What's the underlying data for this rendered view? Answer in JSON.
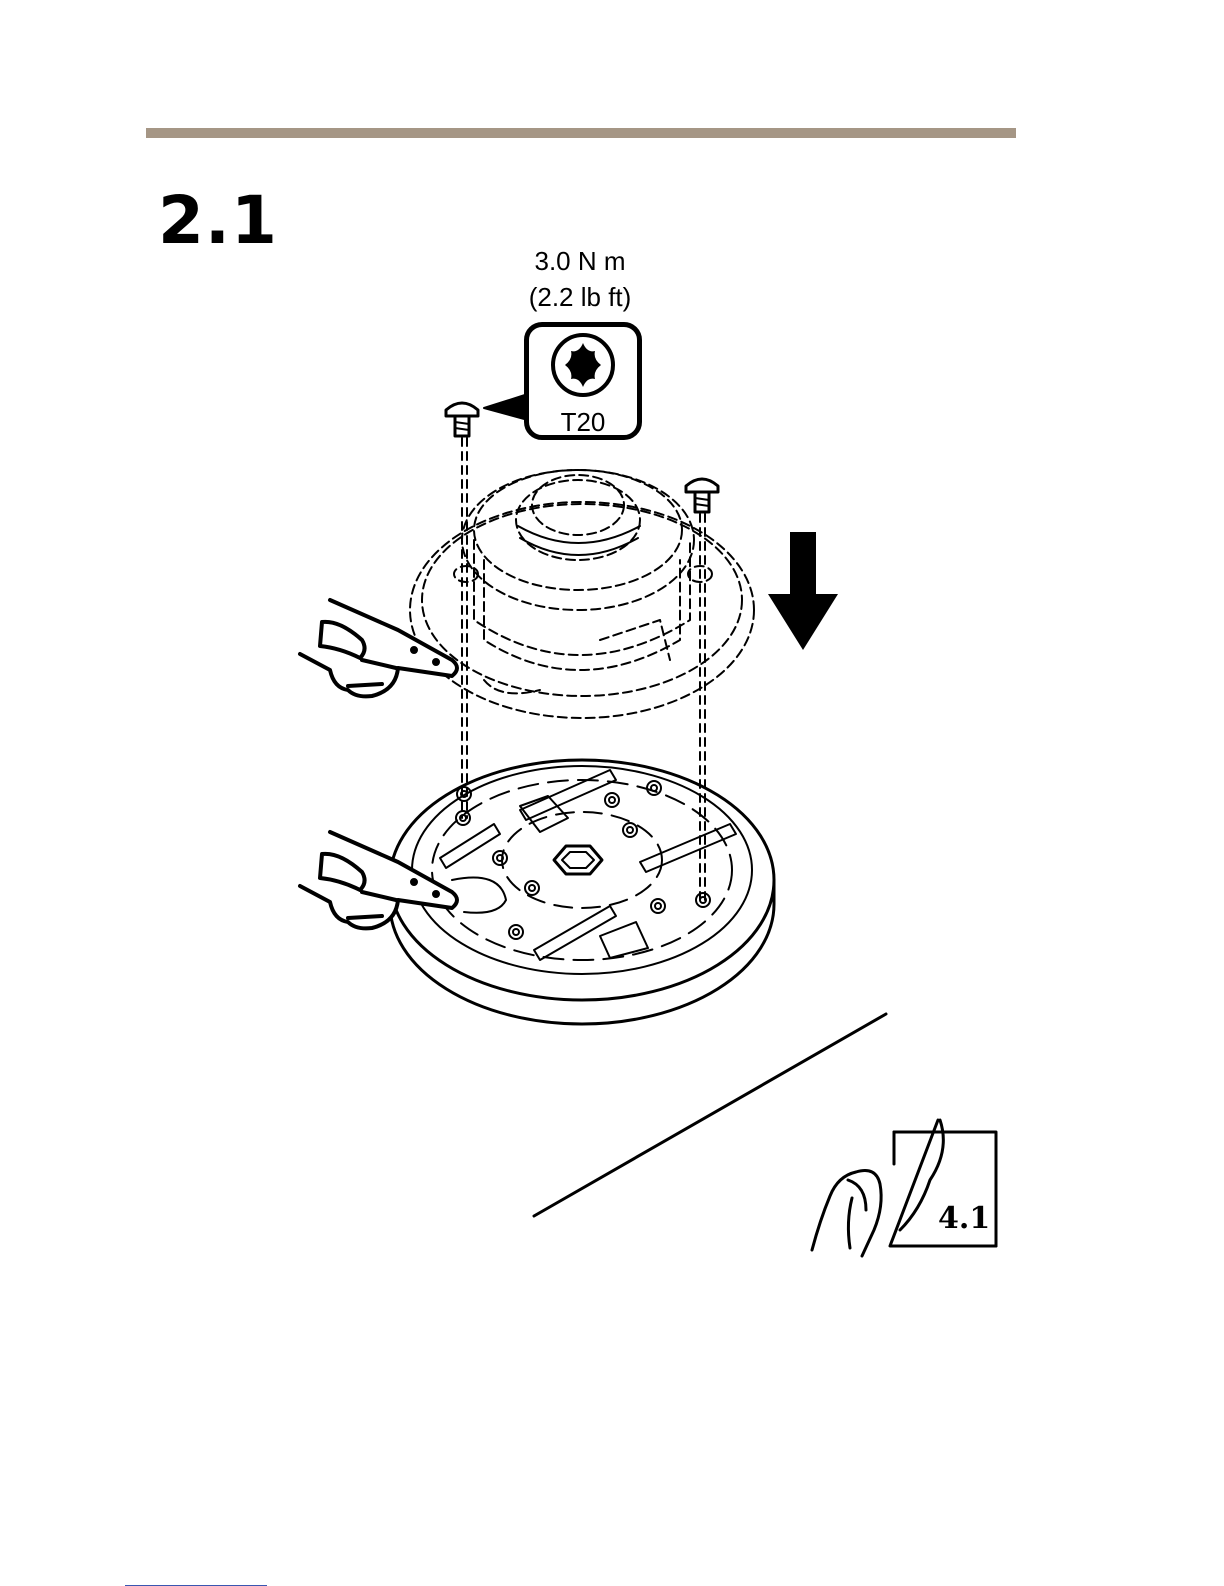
{
  "step": {
    "number": "2.1"
  },
  "torque": {
    "metric": "3.0 N m",
    "imperial": "(2.2 lb ft)"
  },
  "tool": {
    "bit": "T20",
    "icon": "torx-bit-icon"
  },
  "reference": {
    "step": "4.1",
    "icon": "page-turn-icon"
  },
  "colors": {
    "rule": "#a59685",
    "ink": "#000000",
    "link": "#3a56b0"
  }
}
